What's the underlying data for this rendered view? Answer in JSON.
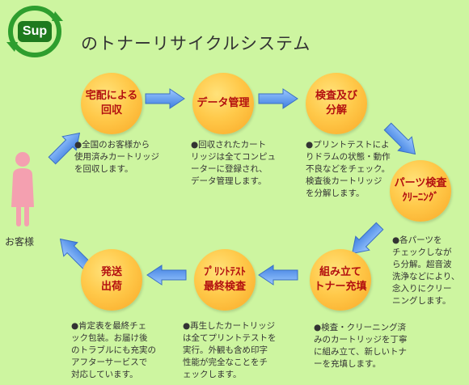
{
  "logo": {
    "text": "Sup",
    "ring_color": "#2e9e2e",
    "text_bg": "#1e7a1e"
  },
  "header": {
    "title": "のトナーリサイクルシステム"
  },
  "customer": {
    "label": "お客様",
    "figure_color": "#f4a0b0"
  },
  "steps": [
    {
      "label": "宅配による\n回収",
      "desc": "●全国のお客様から\n使用済みカートリッジ\nを回収します。"
    },
    {
      "label": "データ管理",
      "desc": "●回収されたカート\nリッジは全てコンピュ\nーターに登録され、\nデータ管理します。"
    },
    {
      "label": "検査及び\n分解",
      "desc": "●プリントテストによ\nりドラムの状態・動作\n不良などをチェック。\n検査後カートリッジ\nを分解します。"
    },
    {
      "label": "パーツ検査\nｸﾘｰﾆﾝｸﾞ",
      "desc": "●各パーツを\nチェックしなが\nら分解。超音波\n洗浄などにより、\n念入りにクリー\nニングします。"
    },
    {
      "label": "組み立て\nトナー充填",
      "desc": "●検査・クリーニング済\nみのカートリッジを丁寧\nに組み立て、新しいトナ\nーを充填します。"
    },
    {
      "label": "ﾌﾟﾘﾝﾄﾃｽﾄ\n最終検査",
      "desc": "●再生したカートリッジ\nは全てプリントテストを\n実行。外観も含め印字\n性能が完全なことをチ\nェックします。"
    },
    {
      "label": "発送\n出荷",
      "desc": "●肯定表を最終チェ\nック包装。お届け後\nのトラブルにも充実の\nアフターサービスで\n対応しています。"
    }
  ],
  "colors": {
    "background": "#cdf5a0",
    "circle": "#ffc94a",
    "circle_text": "#b31010",
    "arrow": "#4d8be6"
  }
}
